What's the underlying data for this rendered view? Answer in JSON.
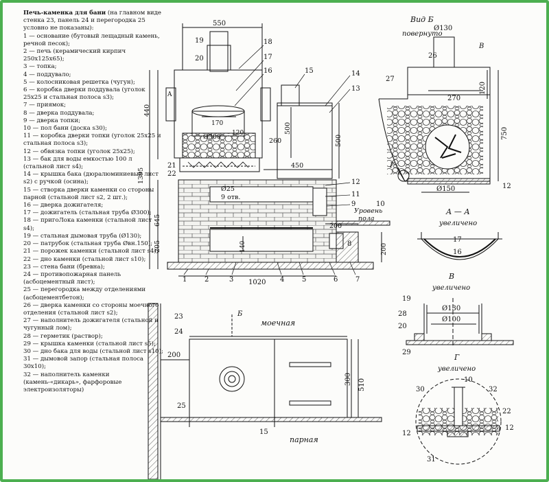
{
  "legend": {
    "title": "Печь-каменка для бани",
    "title_note": "(на главном виде стенка 23, панель 24 и перегородка 25 условно не показаны):",
    "items": [
      "1 — основание (бутовый лещадный камень, речной песок);",
      "2 — печь (керамический кирпич 250х125х65);",
      "3 — топка;",
      "4 — поддувало;",
      "5 — колосниковая решетка (чугун);",
      "6 — коробка дверки поддувала (уголок 25х25 и стальная полоса s3);",
      "7 — приямок;",
      "8 — дверка поддувала;",
      "9 — дверка топки;",
      "10 — пол бани (доска s30);",
      "11 — коробка дверки топки (уголок 25х25 и стальная полоса s3);",
      "12 — обвязка топки (уголок 25х25);",
      "13 — бак для воды емкостью 100 л (стальной лист s4);",
      "14 — крышка бака (дюралюминиевый лист s2) с ручкой (осина);",
      "15 — створка дверки каменки со стороны парной (стальной лист s2, 2 шт.);",
      "16 — дверка дожигателя;",
      "17 — дожигатель (стальная труба Ø300);",
      "18 — пригоЛока каменки (стальной лист s4);",
      "19 — стальная дымовая труба (Ø130);",
      "20 — патрубок (стальная труба Øвн.150);",
      "21 — порожек каменки (стальной лист s4);",
      "22 — дно каменки (стальной лист s10);",
      "23 — стена бани (бревна);",
      "24 — противопожарная панель (асбоцементный лист);",
      "25 — перегородка между отделениями (асбоцементбетон);",
      "26 — дверка каменки со стороны моечного отделения (стальной лист s2);",
      "27 — наполнитель дожигателя (стальной и чугунный лом);",
      "28 — герметик (раствор);",
      "29 — крышка каменки (стальной лист s5);",
      "30 — дно бака для воды (стальной лист s10);",
      "31 — дымовой запор (стальная полоса 30х10);",
      "32 — наполнитель каменки (камень-«дикарь», фарфоровые электроизоляторы)"
    ]
  },
  "front_view": {
    "dim_top": "550",
    "dim_170": "170",
    "dim_120": "120",
    "dim_300": "Ø300",
    "dim_440": "440",
    "dim_500a": "500",
    "dim_500b": "500",
    "dim_260": "260",
    "dim_450": "450",
    "dim_1395": "1395",
    "dim_645": "645",
    "dim_205": "205",
    "dim_140": "140",
    "dim_200a": "200",
    "dim_200b": "200",
    "dim_1020": "1020",
    "hole": "Ø25",
    "holes_count": "9 отв.",
    "floor_label_1": "Уровень",
    "floor_label_2": "пола",
    "section_mark": "A",
    "callouts": [
      "1",
      "2",
      "3",
      "4",
      "5",
      "6",
      "7",
      "8",
      "9",
      "10",
      "11",
      "12",
      "13",
      "14",
      "15",
      "16",
      "17",
      "18",
      "19",
      "20",
      "21",
      "22"
    ]
  },
  "view_b": {
    "title": "Вид Б",
    "subtitle": "повернуто",
    "dim_130": "Ø130",
    "dim_270": "270",
    "dim_120": "120",
    "dim_750": "750",
    "dim_150": "Ø150",
    "mark_v": "В",
    "mark_g": "Г",
    "callouts": [
      "26",
      "27",
      "12"
    ]
  },
  "section_aa": {
    "title": "А — А",
    "subtitle": "увеличено",
    "callouts": [
      "17",
      "16"
    ]
  },
  "detail_v": {
    "title": "В",
    "subtitle": "увеличено",
    "dim_130": "Ø130",
    "dim_100": "Ø100",
    "callouts": [
      "19",
      "28",
      "20",
      "29"
    ]
  },
  "detail_g": {
    "title": "Г",
    "subtitle": "увеличено",
    "dim_10": "10",
    "callouts": [
      "30",
      "32",
      "22",
      "12",
      "12",
      "31"
    ]
  },
  "plan": {
    "top_label": "моечная",
    "bottom_label": "парная",
    "mark_b": "Б",
    "dim_200": "200",
    "dim_300": "300",
    "dim_510": "510",
    "callouts": [
      "23",
      "24",
      "25",
      "15"
    ]
  }
}
